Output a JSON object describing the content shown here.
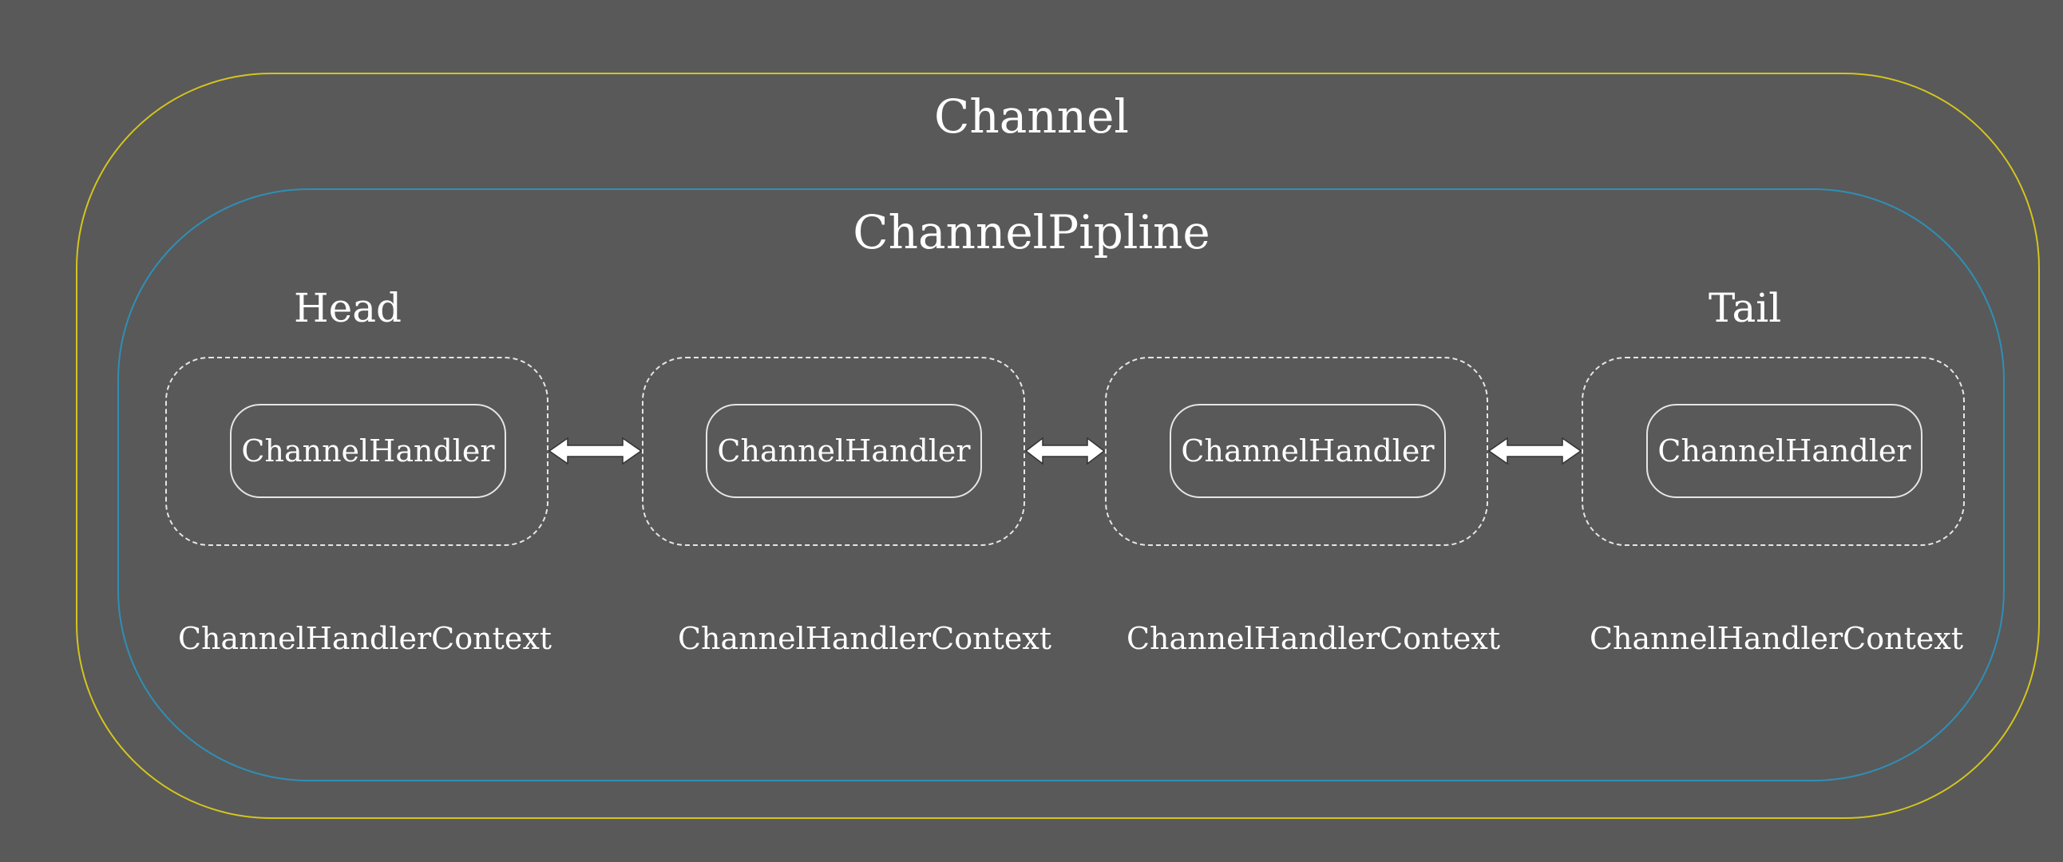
{
  "channel": {
    "title": "Channel"
  },
  "pipeline": {
    "title": "ChannelPipline",
    "head_label": "Head",
    "tail_label": "Tail",
    "contexts": [
      {
        "handler_label": "ChannelHandler",
        "context_label": "ChannelHandlerContext"
      },
      {
        "handler_label": "ChannelHandler",
        "context_label": "ChannelHandlerContext"
      },
      {
        "handler_label": "ChannelHandler",
        "context_label": "ChannelHandlerContext"
      },
      {
        "handler_label": "ChannelHandler",
        "context_label": "ChannelHandlerContext"
      }
    ]
  },
  "colors": {
    "background": "#595959",
    "channel_border": "#d4c51e",
    "pipeline_border": "#2f8fb5",
    "foreground": "#ffffff"
  }
}
